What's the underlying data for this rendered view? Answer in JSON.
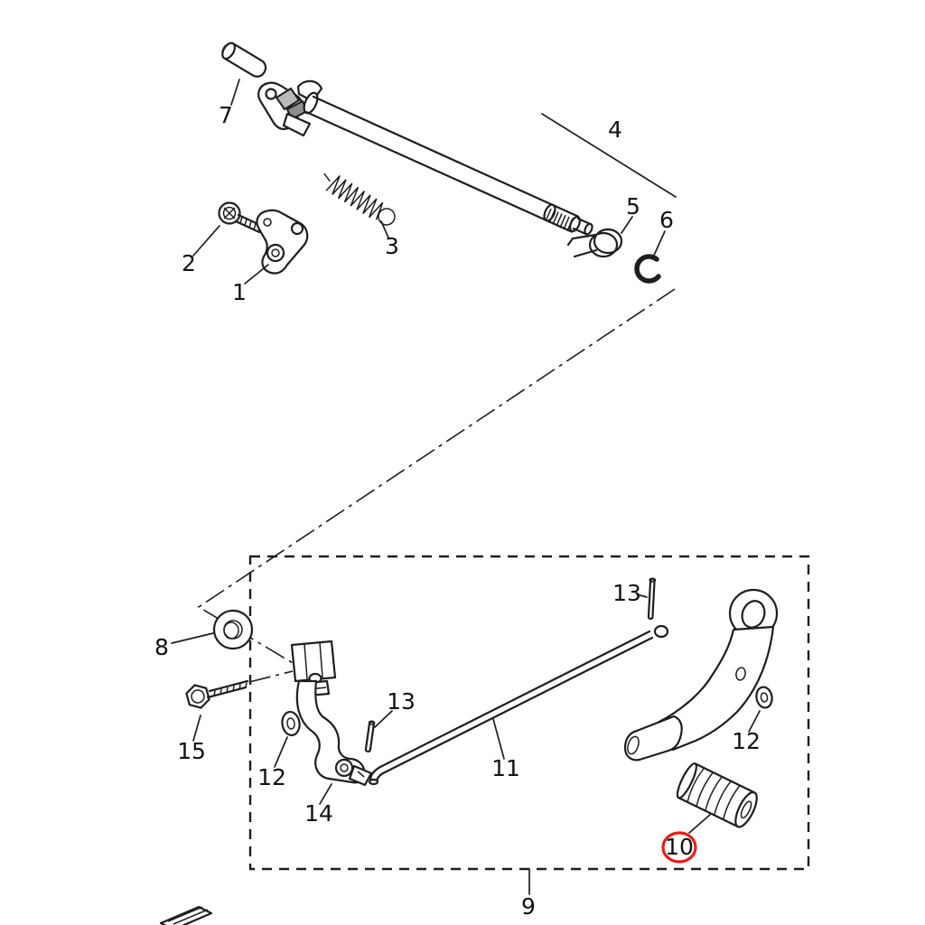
{
  "diagram": {
    "type": "exploded-parts-diagram",
    "subject": "gear shift shaft and shift pedal assembly",
    "colors": {
      "line": "#1e1e1e",
      "highlight": "#e51f18",
      "background": "#ffffff"
    },
    "highlighted_part": "10",
    "labels": {
      "part1": "1",
      "part2": "2",
      "part3": "3",
      "part4": "4",
      "part5": "5",
      "part6": "6",
      "part7": "7",
      "part8": "8",
      "part9": "9",
      "part10": "10",
      "part11": "11",
      "part12_left": "12",
      "part12_right": "12",
      "part13_left": "13",
      "part13_right": "13",
      "part14": "14",
      "part15": "15"
    }
  }
}
